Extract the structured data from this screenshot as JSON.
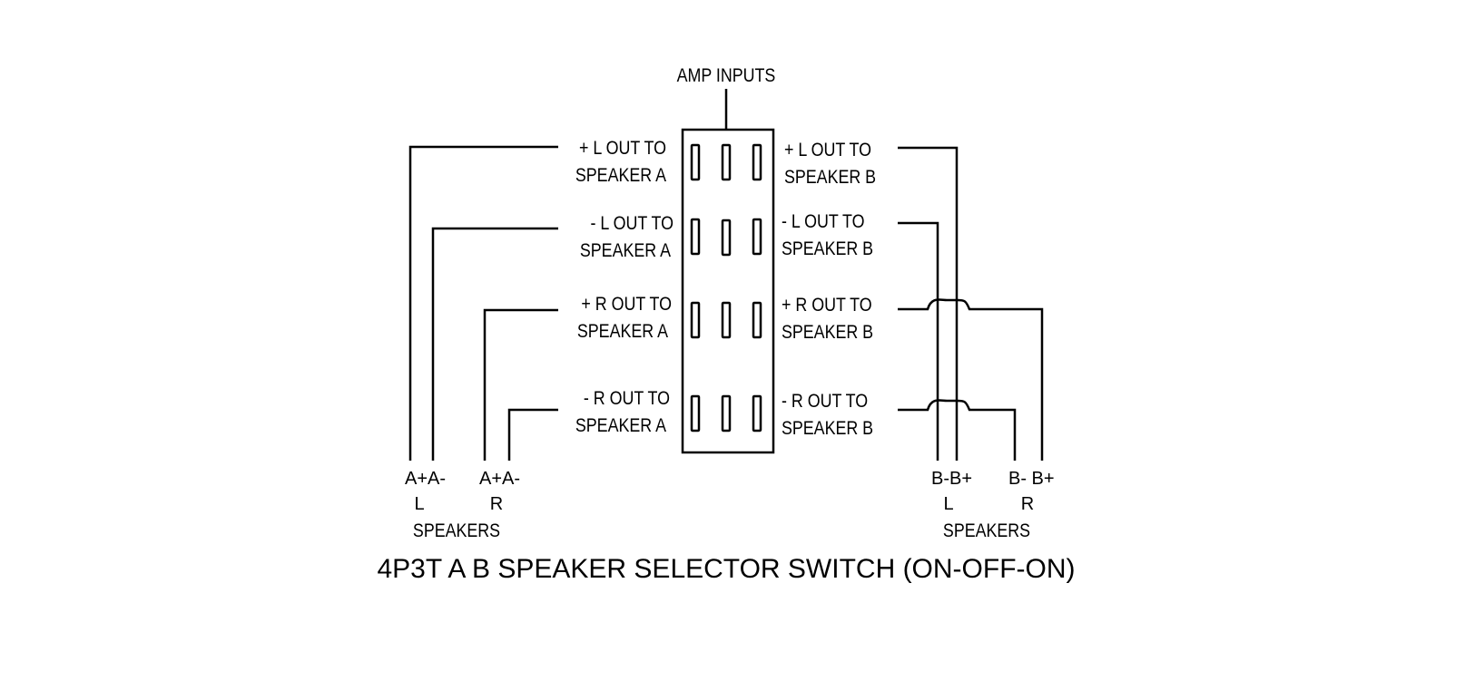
{
  "diagram": {
    "title": "4P3T A B SPEAKER SELECTOR SWITCH (ON-OFF-ON)",
    "amp_inputs_label": "AMP INPUTS",
    "side_a": {
      "rows": [
        {
          "line1": "+ L OUT TO",
          "line2": "SPEAKER A"
        },
        {
          "line1": "- L OUT TO",
          "line2": "SPEAKER A"
        },
        {
          "line1": "+ R OUT TO",
          "line2": "SPEAKER A"
        },
        {
          "line1": "- R OUT TO",
          "line2": "SPEAKER A"
        }
      ],
      "terminals": {
        "left_pair": "A+A-",
        "left_channel": "L",
        "right_pair": "A+A-",
        "right_channel": "R",
        "speakers_label": "SPEAKERS"
      }
    },
    "side_b": {
      "rows": [
        {
          "line1": "+ L OUT TO",
          "line2": "SPEAKER B"
        },
        {
          "line1": "- L OUT TO",
          "line2": "SPEAKER B"
        },
        {
          "line1": "+ R OUT TO",
          "line2": "SPEAKER B"
        },
        {
          "line1": "- R OUT TO",
          "line2": "SPEAKER B"
        }
      ],
      "terminals": {
        "left_pair": "B-B+",
        "left_channel": "L",
        "right_pair": "B- B+",
        "right_channel": "R",
        "speakers_label": "SPEAKERS"
      }
    }
  }
}
